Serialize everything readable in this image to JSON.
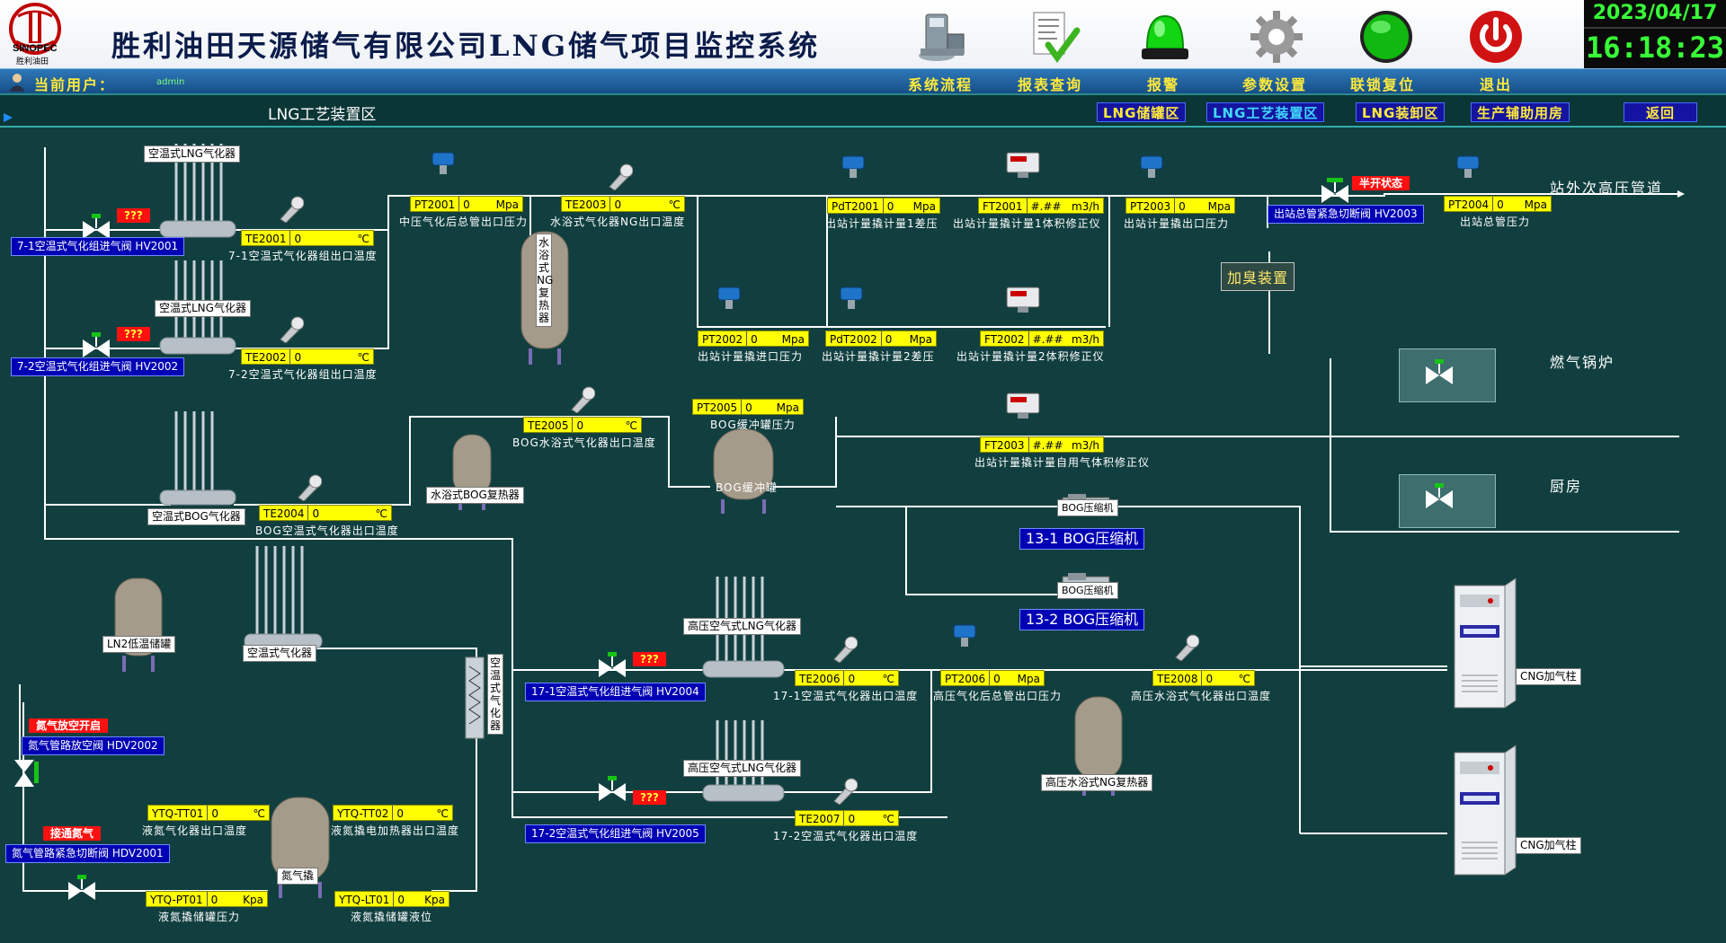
{
  "header": {
    "title": "胜利油田天源储气有限公司LNG储气项目监控系统",
    "logo_text": "SINOPEC",
    "logo_sub": "胜利油田",
    "date": "2023/04/17",
    "time": "16:18:23",
    "icons": [
      "process-equipment-icon",
      "report-document-icon",
      "alarm-light-icon",
      "settings-gear-icon",
      "green-status-icon",
      "power-exit-icon"
    ]
  },
  "menubar": {
    "user_label": "当前用户：",
    "user_name": "admin",
    "items": [
      "系统流程",
      "报表查询",
      "报警",
      "参数设置",
      "联锁复位",
      "退出"
    ]
  },
  "areabar": {
    "title": "LNG工艺装置区",
    "buttons": [
      "LNG储罐区",
      "LNG工艺装置区",
      "LNG装卸区",
      "生产辅助用房",
      "返回"
    ],
    "active_index": 1
  },
  "colors": {
    "background": "#113f3f",
    "pipe": "#ffffff",
    "tag_fill": "#ffff00",
    "valve_label": "#0000b4",
    "alarm_red": "#ff1010",
    "title_yellow": "#ffea3a"
  },
  "tags": [
    {
      "id": "TE2001",
      "value": "0",
      "unit": "℃",
      "desc": "7-1空温式气化器组出口温度"
    },
    {
      "id": "TE2002",
      "value": "0",
      "unit": "℃",
      "desc": "7-2空温式气化器组出口温度"
    },
    {
      "id": "PT2001",
      "value": "0",
      "unit": "Mpa",
      "desc": "中压气化后总管出口压力"
    },
    {
      "id": "TE2003",
      "value": "0",
      "unit": "℃",
      "desc": "水浴式气化器NG出口温度"
    },
    {
      "id": "PdT2001",
      "value": "0",
      "unit": "Mpa",
      "desc": "出站计量撬计量1差压"
    },
    {
      "id": "FT2001",
      "value": "#.##",
      "unit": "m3/h",
      "desc": "出站计量撬计量1体积修正仪"
    },
    {
      "id": "PT2003",
      "value": "0",
      "unit": "Mpa",
      "desc": "出站计量撬出口压力"
    },
    {
      "id": "PT2004",
      "value": "0",
      "unit": "Mpa",
      "desc": "出站总管压力"
    },
    {
      "id": "PT2002",
      "value": "0",
      "unit": "Mpa",
      "desc": "出站计量撬进口压力"
    },
    {
      "id": "PdT2002",
      "value": "0",
      "unit": "Mpa",
      "desc": "出站计量撬计量2差压"
    },
    {
      "id": "FT2002",
      "value": "#.##",
      "unit": "m3/h",
      "desc": "出站计量撬计量2体积修正仪"
    },
    {
      "id": "TE2005",
      "value": "0",
      "unit": "℃",
      "desc": "BOG水浴式气化器出口温度"
    },
    {
      "id": "PT2005",
      "value": "0",
      "unit": "Mpa",
      "desc": "BOG缓冲罐压力"
    },
    {
      "id": "FT2003",
      "value": "#.##",
      "unit": "m3/h",
      "desc": "出站计量撬计量自用气体积修正仪"
    },
    {
      "id": "TE2004",
      "value": "0",
      "unit": "℃",
      "desc": "BOG空温式气化器出口温度"
    },
    {
      "id": "TE2006",
      "value": "0",
      "unit": "℃",
      "desc": "17-1空温式气化器出口温度"
    },
    {
      "id": "PT2006",
      "value": "0",
      "unit": "Mpa",
      "desc": "高压气化后总管出口压力"
    },
    {
      "id": "TE2008",
      "value": "0",
      "unit": "℃",
      "desc": "高压水浴式气化器出口温度"
    },
    {
      "id": "TE2007",
      "value": "0",
      "unit": "℃",
      "desc": "17-2空温式气化器出口温度"
    },
    {
      "id": "YTQ-TT01",
      "value": "0",
      "unit": "℃",
      "desc": "液氮气化器出口温度"
    },
    {
      "id": "YTQ-TT02",
      "value": "0",
      "unit": "℃",
      "desc": "液氮撬电加热器出口温度"
    },
    {
      "id": "YTQ-PT01",
      "value": "0",
      "unit": "Kpa",
      "desc": "液氮撬储罐压力"
    },
    {
      "id": "YTQ-LT01",
      "value": "0",
      "unit": "Kpa",
      "desc": "液氮撬储罐液位"
    }
  ],
  "valves": {
    "hv2001": "7-1空温式气化组进气阀 HV2001",
    "hv2002": "7-2空温式气化组进气阀 HV2002",
    "hv2003": "出站总管紧急切断阀 HV2003",
    "hv2004": "17-1空温式气化组进气阀 HV2004",
    "hv2005": "17-2空温式气化组进气阀 HV2005",
    "hdv2002": "氮气管路放空阀 HDV2002",
    "hdv2001": "氮气管路紧急切断阀 HDV2001",
    "unknown": "???",
    "half_open": "半开状态",
    "n2_vent_open": "氮气放空开启",
    "n2_connected": "接通氮气"
  },
  "equipment": {
    "vap_7_1": "空温式LNG气化器",
    "vap_7_2": "空温式LNG气化器",
    "vap_bog": "空温式BOG气化器",
    "bog_water": "水浴式BOG复热器",
    "water_ng": "水浴式NG复热器",
    "bog_buffer": "BOG缓冲罐",
    "bog_comp_small_1": "BOG压缩机",
    "bog_comp_small_2": "BOG压缩机",
    "bog_comp_1": "13-1 BOG压缩机",
    "bog_comp_2": "13-2 BOG压缩机",
    "ln2_tank": "LN2低温储罐",
    "vap_air": "空温式气化器",
    "n2_vap": "空温式气化器",
    "hp_vap_1": "高压空气式LNG气化器",
    "hp_vap_2": "高压空气式LNG气化器",
    "hp_water": "高压水浴式NG复热器",
    "n2_skid": "氮气撬",
    "odorizer": "加臭装置",
    "cng_1": "CNG加气柱",
    "cng_2": "CNG加气柱"
  },
  "destinations": {
    "hp_pipeline": "站外次高压管道",
    "boiler": "燃气锅炉",
    "kitchen": "厨房"
  }
}
